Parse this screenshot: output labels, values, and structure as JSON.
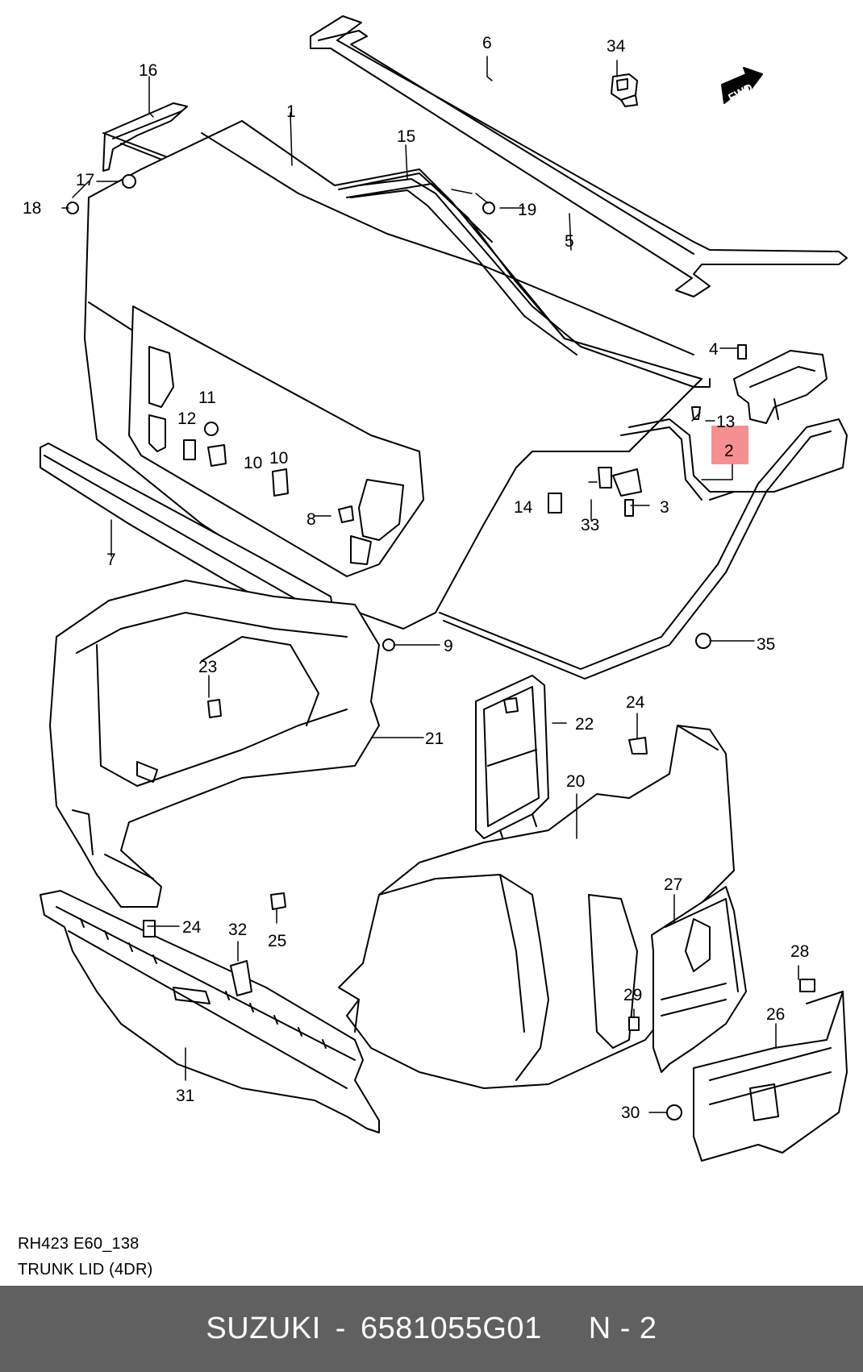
{
  "diagram": {
    "direction_badge": "FWD",
    "callouts": {
      "c1": "1",
      "c2": "2",
      "c3": "3",
      "c4": "4",
      "c5": "5",
      "c6": "6",
      "c7": "7",
      "c8": "8",
      "c9": "9",
      "c10": "10",
      "c10b": "10",
      "c11": "11",
      "c12": "12",
      "c13": "13",
      "c14": "14",
      "c15": "15",
      "c16": "16",
      "c17": "17",
      "c18": "18",
      "c19": "19",
      "c20": "20",
      "c21": "21",
      "c22": "22",
      "c23": "23",
      "c24a": "24",
      "c24b": "24",
      "c25": "25",
      "c26": "26",
      "c27": "27",
      "c28": "28",
      "c29": "29",
      "c30": "30",
      "c31": "31",
      "c32": "32",
      "c33": "33",
      "c34": "34",
      "c35": "35"
    },
    "highlight": {
      "part": "2",
      "color": "#f47c7c"
    }
  },
  "caption": {
    "code": "RH423 E60_138",
    "title": "TRUNK LID (4DR)"
  },
  "footer": {
    "brand": "SUZUKI",
    "separator": "-",
    "part_number": "6581055G01",
    "page_ref": "N - 2",
    "background": "#606060"
  }
}
